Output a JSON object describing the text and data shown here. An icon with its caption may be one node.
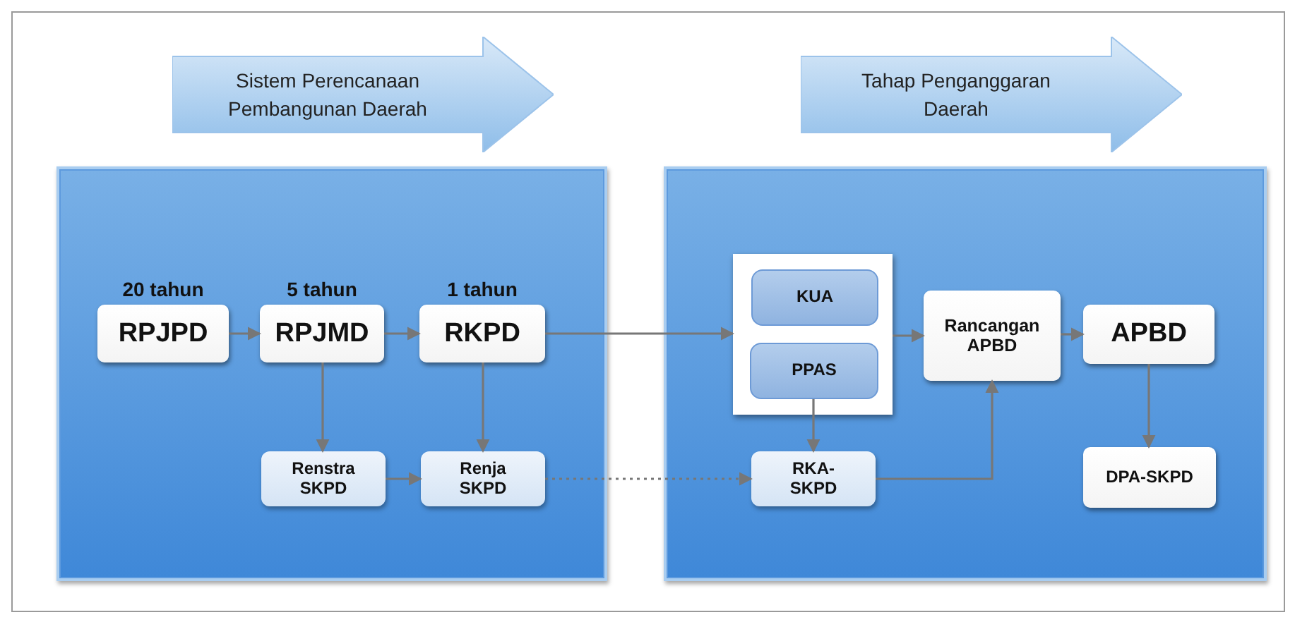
{
  "diagram": {
    "nodes": [
      {
        "text": [
          "Sistem Perencanaan Pembangunan Daerah"
        ]
      },
      {
        "text": [
          "Tahap Penganggaran Daerah"
        ]
      },
      {
        "text": [],
        "shape": "box"
      },
      {
        "text": [],
        "shape": "box"
      },
      {
        "text": [
          "RPJPD"
        ],
        "beside": [
          "20 tahun"
        ],
        "in": 2
      },
      {
        "text": [
          "RPJMD"
        ],
        "beside": [
          "5 tahun"
        ],
        "in": 2
      },
      {
        "text": [
          "RKPD"
        ],
        "beside": [
          "1 tahun"
        ],
        "in": 2
      },
      {
        "text": [
          "Renstra SKPD"
        ],
        "in": 2
      },
      {
        "text": [
          "Renja SKPD"
        ],
        "in": 2
      },
      {
        "text": [],
        "shape": "box",
        "in": 3
      },
      {
        "text": [
          "KUA"
        ],
        "in": 9
      },
      {
        "text": [
          "PPAS"
        ],
        "in": 9
      },
      {
        "text": [
          "RKA-SKPD"
        ],
        "in": 3
      },
      {
        "text": [
          "Rancangan APBD"
        ],
        "in": 3
      },
      {
        "text": [
          "APBD"
        ],
        "in": 3
      },
      {
        "text": [
          "DPA-SKPD"
        ],
        "in": 3
      }
    ],
    "edges": [
      {
        "from": 4,
        "to": 5,
        "arrow": "to"
      },
      {
        "from": 5,
        "to": 6,
        "arrow": "to"
      },
      {
        "from": 6,
        "to": 9,
        "arrow": "to"
      },
      {
        "from": 5,
        "to": 7,
        "arrow": "to"
      },
      {
        "from": 6,
        "to": 8,
        "arrow": "to"
      },
      {
        "from": 7,
        "to": 8,
        "arrow": "to"
      },
      {
        "from": 8,
        "to": 12,
        "arrow": "to",
        "style": "dashed"
      },
      {
        "from": 11,
        "to": 12,
        "arrow": "to"
      },
      {
        "from": 9,
        "to": 13,
        "arrow": "to"
      },
      {
        "from": 12,
        "to": 13,
        "arrow": "to"
      },
      {
        "from": 13,
        "to": 14,
        "arrow": "to"
      },
      {
        "from": 14,
        "to": 15,
        "arrow": "to"
      }
    ]
  }
}
